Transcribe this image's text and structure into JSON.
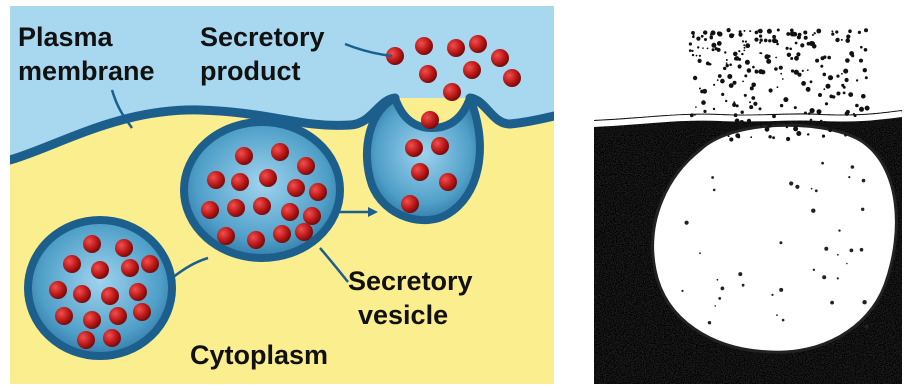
{
  "labels": {
    "plasma_membrane_line1": "Plasma",
    "plasma_membrane_line2": "membrane",
    "secretory_product_line1": "Secretory",
    "secretory_product_line2": "product",
    "secretory_vesicle_line1": "Secretory",
    "secretory_vesicle_line2": "vesicle",
    "cytoplasm": "Cytoplasm"
  },
  "colors": {
    "extracellular": "#a8d8f0",
    "cytoplasm": "#fbee8f",
    "membrane": "#1d5f8c",
    "vesicle_fill": "#4f9fc8",
    "granule": "#c01a1a",
    "micrograph_bg": "#ffffff",
    "micrograph_dark": "#111111"
  },
  "panels": {
    "left": "secretion-diagram",
    "right": "electron-micrograph"
  }
}
